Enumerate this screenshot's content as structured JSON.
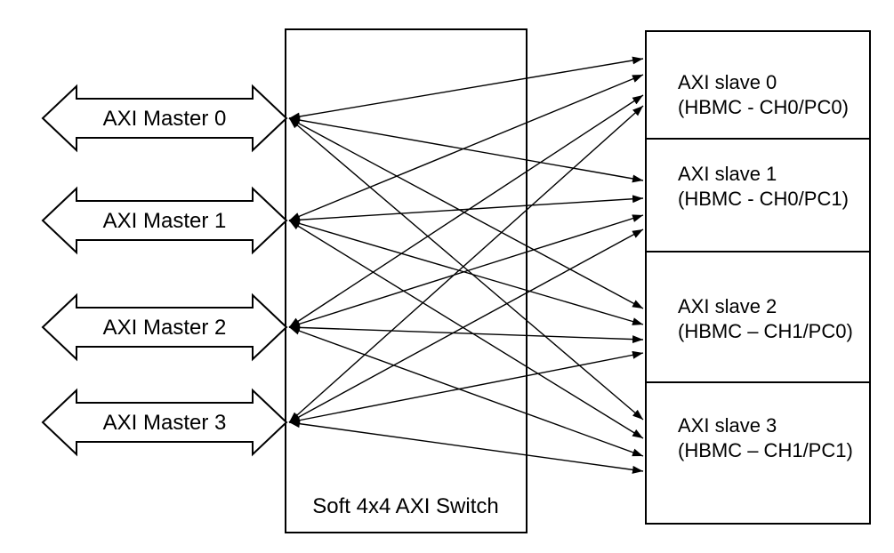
{
  "diagram": {
    "title": "Soft 4x4 AXI Switch block diagram",
    "colors": {
      "stroke": "#000000",
      "background": "#ffffff"
    },
    "masters": [
      {
        "id": "master-0",
        "label": "AXI Master 0"
      },
      {
        "id": "master-1",
        "label": "AXI Master 1"
      },
      {
        "id": "master-2",
        "label": "AXI Master 2"
      },
      {
        "id": "master-3",
        "label": "AXI Master 3"
      }
    ],
    "switch": {
      "label": "Soft 4x4 AXI Switch"
    },
    "slaves": [
      {
        "id": "slave-0",
        "line1": "AXI slave 0",
        "line2": "(HBMC - CH0/PC0)"
      },
      {
        "id": "slave-1",
        "line1": "AXI slave 1",
        "line2": "(HBMC - CH0/PC1)"
      },
      {
        "id": "slave-2",
        "line1": "AXI slave 2",
        "line2": "(HBMC – CH1/PC0)"
      },
      {
        "id": "slave-3",
        "line1": "AXI slave 3",
        "line2": "(HBMC – CH1/PC1)"
      }
    ],
    "connections": [
      {
        "from": "master-0",
        "to": "slave-0"
      },
      {
        "from": "master-0",
        "to": "slave-1"
      },
      {
        "from": "master-0",
        "to": "slave-2"
      },
      {
        "from": "master-0",
        "to": "slave-3"
      },
      {
        "from": "master-1",
        "to": "slave-0"
      },
      {
        "from": "master-1",
        "to": "slave-1"
      },
      {
        "from": "master-1",
        "to": "slave-2"
      },
      {
        "from": "master-1",
        "to": "slave-3"
      },
      {
        "from": "master-2",
        "to": "slave-0"
      },
      {
        "from": "master-2",
        "to": "slave-1"
      },
      {
        "from": "master-2",
        "to": "slave-2"
      },
      {
        "from": "master-2",
        "to": "slave-3"
      },
      {
        "from": "master-3",
        "to": "slave-0"
      },
      {
        "from": "master-3",
        "to": "slave-1"
      },
      {
        "from": "master-3",
        "to": "slave-2"
      },
      {
        "from": "master-3",
        "to": "slave-3"
      }
    ]
  }
}
